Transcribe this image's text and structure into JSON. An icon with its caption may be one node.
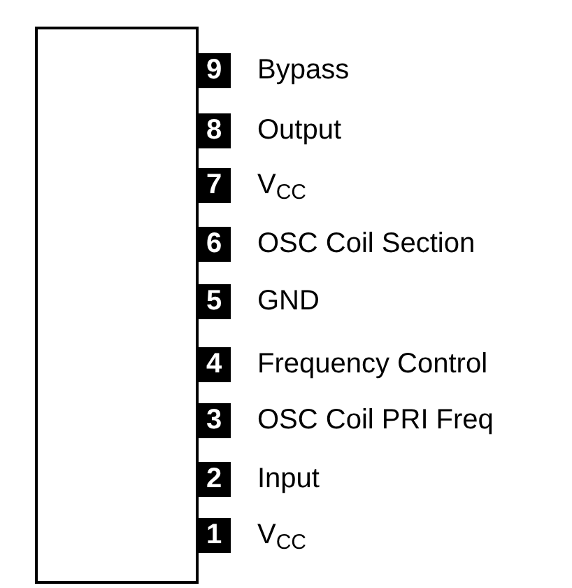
{
  "diagram": {
    "nodes": [
      {
        "text": [],
        "shape": "box"
      },
      {
        "text": [
          "9"
        ],
        "beside": [
          "Bypass"
        ]
      },
      {
        "text": [
          "8"
        ],
        "beside": [
          "Output"
        ]
      },
      {
        "text": [
          "7"
        ],
        "beside": [
          "V$_{CC}$"
        ]
      },
      {
        "text": [
          "6"
        ],
        "beside": [
          "OSC Coil Section"
        ]
      },
      {
        "text": [
          "5"
        ],
        "beside": [
          "GND"
        ]
      },
      {
        "text": [
          "4"
        ],
        "beside": [
          "Frequency Control"
        ]
      },
      {
        "text": [
          "3"
        ],
        "beside": [
          "OSC Coil PRI Freq"
        ]
      },
      {
        "text": [
          "2"
        ],
        "beside": [
          "Input"
        ]
      },
      {
        "text": [
          "1"
        ],
        "beside": [
          "V$_{CC}$"
        ]
      }
    ],
    "edges": []
  }
}
